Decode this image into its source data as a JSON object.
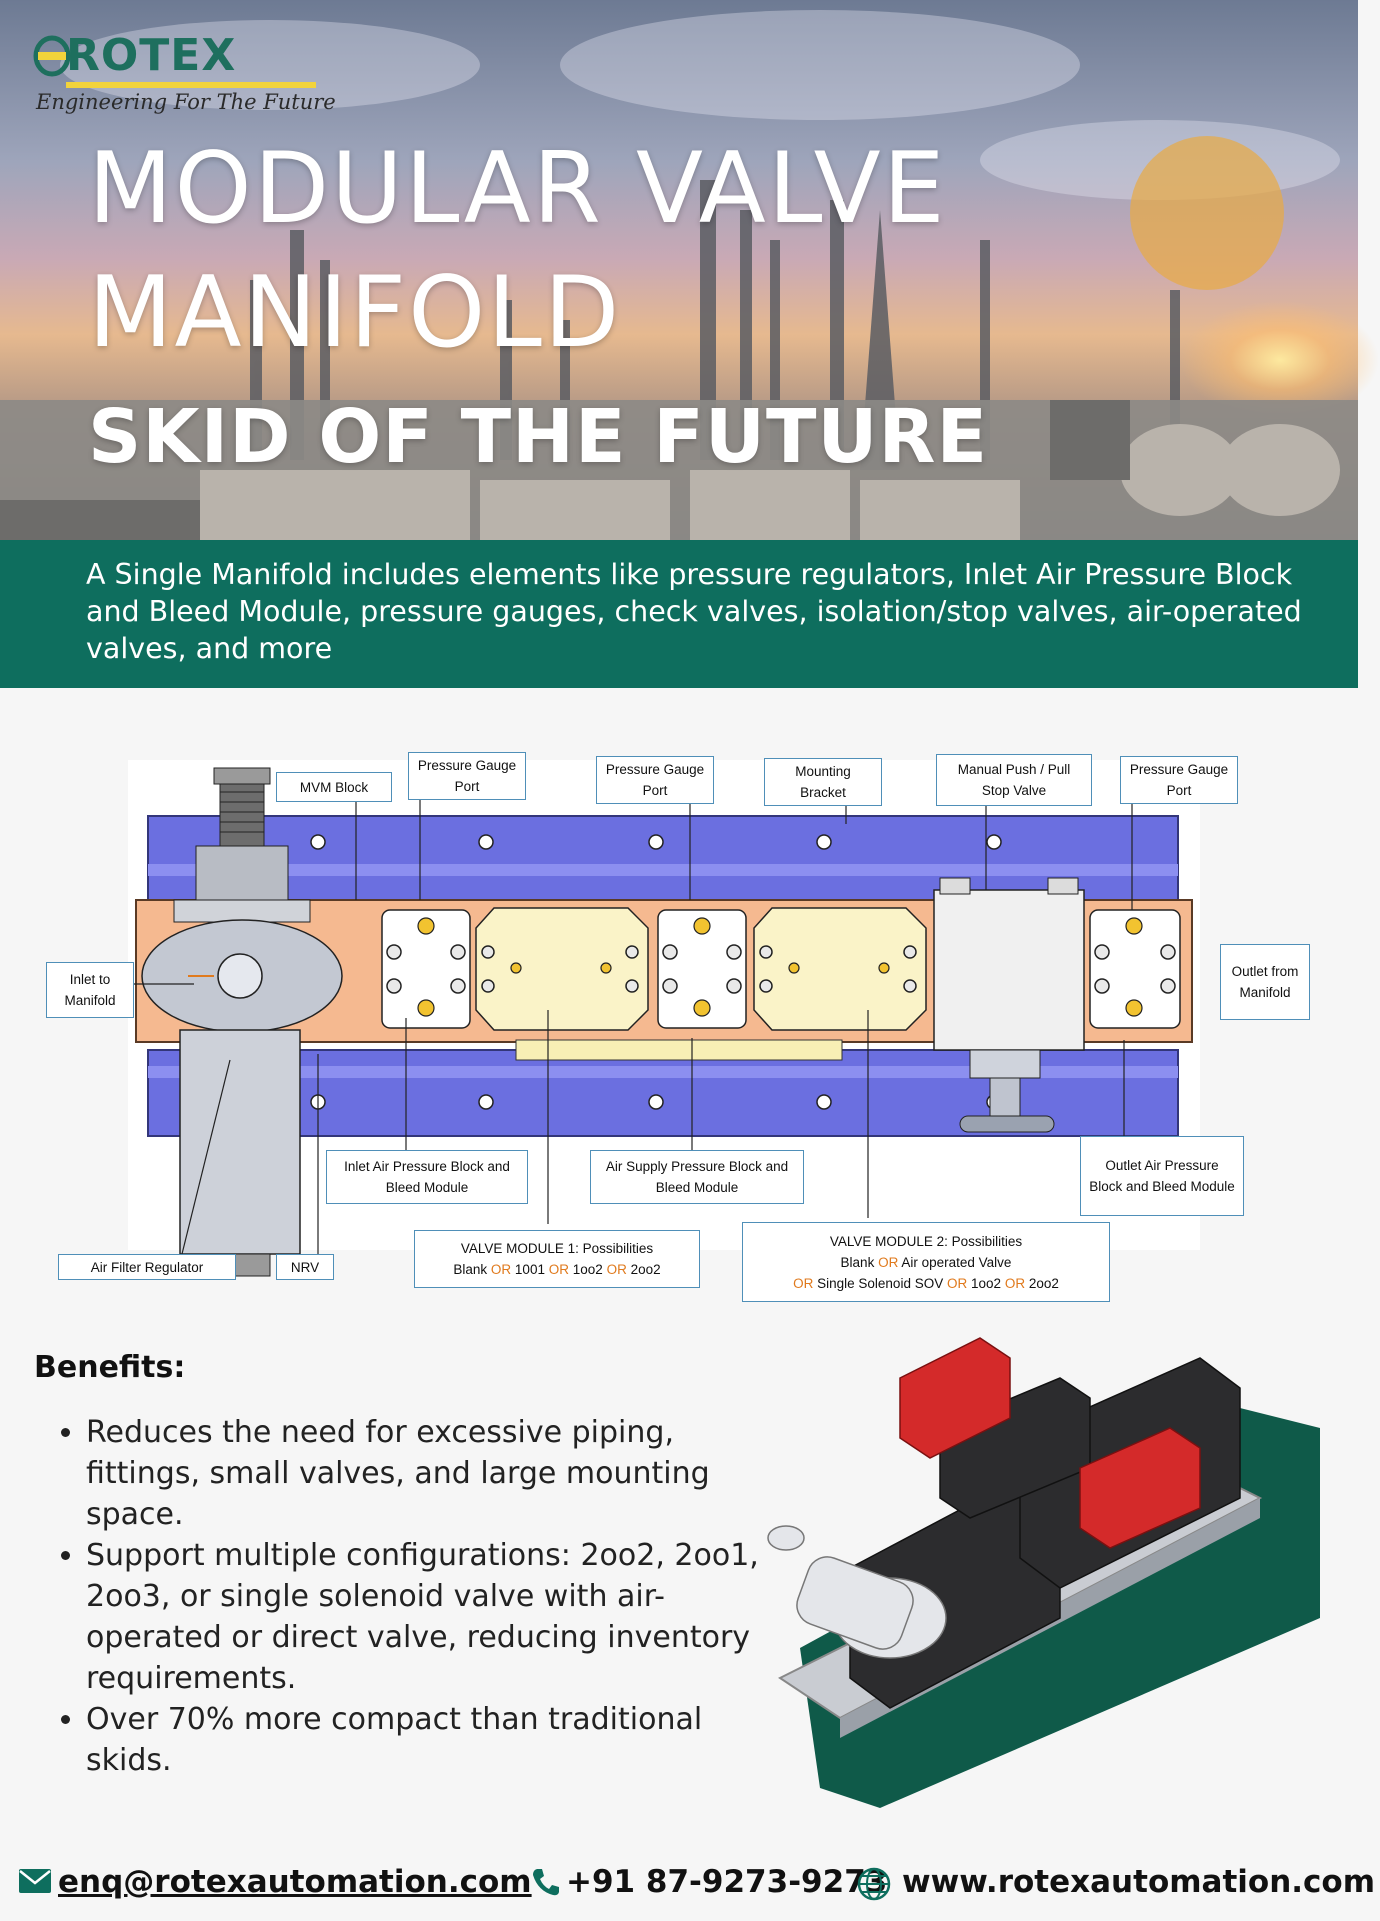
{
  "brand": {
    "name": "ROTEX",
    "tagline": "Engineering For The Future",
    "accent": "#0e6e5e",
    "highlight": "#f2d33b"
  },
  "hero": {
    "title_line1": "MODULAR VALVE",
    "title_line2": "MANIFOLD",
    "title_line3": "SKID OF THE FUTURE"
  },
  "banner": {
    "text": "A Single Manifold includes elements like pressure regulators, Inlet Air Pressure Block and Bleed Module, pressure gauges, check valves, isolation/stop valves, air-operated valves, and more"
  },
  "diagram": {
    "labels": {
      "mvm_block": "MVM Block",
      "pressure_gauge_port": "Pressure Gauge Port",
      "mounting_bracket": "Mounting Bracket",
      "manual_push_pull": "Manual Push / Pull Stop Valve",
      "inlet_to_manifold": "Inlet to Manifold",
      "outlet_from_manifold": "Outlet from Manifold",
      "inlet_air_block": "Inlet Air Pressure Block and Bleed Module",
      "air_supply_block": "Air Supply Pressure Block and Bleed Module",
      "outlet_air_block": "Outlet Air Pressure Block and Bleed Module",
      "air_filter_regulator": "Air Filter Regulator",
      "nrv": "NRV"
    },
    "valve_module_1": {
      "title": "VALVE MODULE 1: Possibilities",
      "opt1": "Blank",
      "opt2": "1001",
      "opt3": "1oo2",
      "opt4": "2oo2",
      "or": "OR"
    },
    "valve_module_2": {
      "title": "VALVE MODULE 2: Possibilities",
      "opt1": "Blank",
      "opt2": "Air operated Valve",
      "opt3": "Single Solenoid SOV",
      "opt4": "1oo2",
      "opt5": "2oo2",
      "or": "OR"
    }
  },
  "benefits": {
    "title": "Benefits:",
    "items": [
      "Reduces the need for excessive piping, fittings, small valves, and large mounting space.",
      "Support multiple configurations: 2oo2, 2oo1, 2oo3, or single solenoid valve with air-operated or direct valve, reducing inventory requirements.",
      "Over 70% more compact than traditional skids."
    ]
  },
  "footer": {
    "email": "enq@rotexautomation.com",
    "phone": "+91 87-9273-9273",
    "website": "www.rotexautomation.com"
  },
  "icons": [
    "mail-icon",
    "phone-icon",
    "globe-icon",
    "rotex-logo-icon"
  ]
}
